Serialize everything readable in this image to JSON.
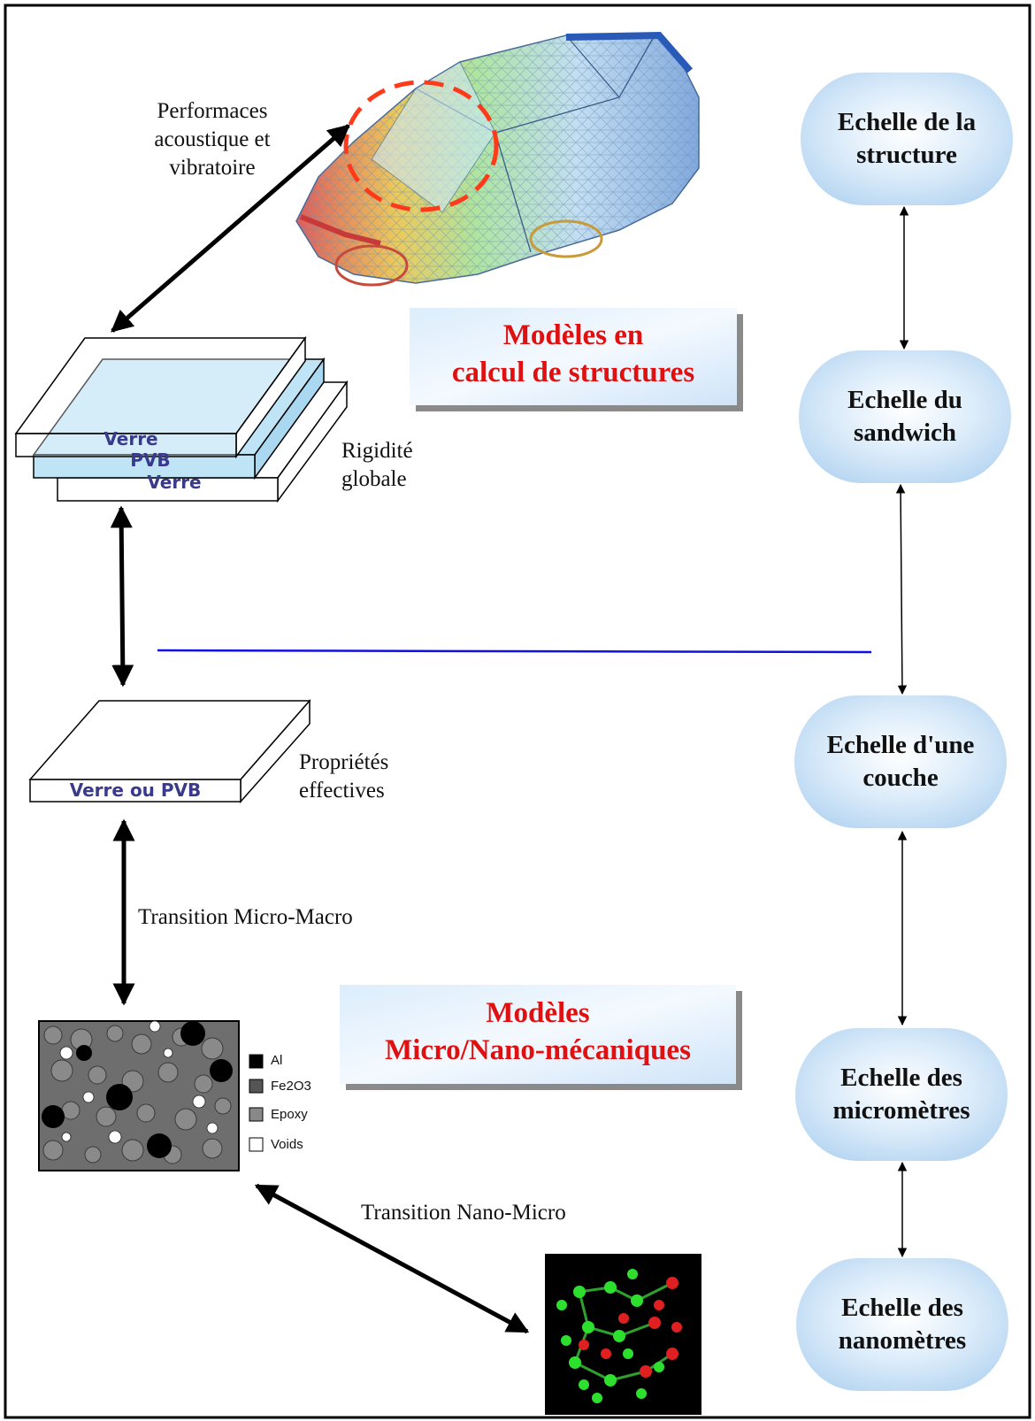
{
  "labels": {
    "perf_line1": "Performaces",
    "perf_line2": "acoustique et",
    "perf_line3": "vibratoire",
    "rigid_line1": "Rigidité",
    "rigid_line2": "globale",
    "prop_line1": "Propriétés",
    "prop_line2": "effectives",
    "micro_macro": "Transition Micro-Macro",
    "nano_micro": "Transition Nano-Micro"
  },
  "layers": {
    "verre_top": "Verre",
    "pvb": "PVB",
    "verre_bottom": "Verre",
    "single": "Verre ou PVB"
  },
  "models": {
    "structure_line1": "Modèles en",
    "structure_line2": "calcul de structures",
    "micro_line1": "Modèles",
    "micro_line2": "Micro/Nano-mécaniques"
  },
  "scales": [
    {
      "line1": "Echelle de la",
      "line2": "structure"
    },
    {
      "line1": "Echelle du",
      "line2": "sandwich"
    },
    {
      "line1": "Echelle d'une",
      "line2": "couche"
    },
    {
      "line1": "Echelle des",
      "line2": "micromètres"
    },
    {
      "line1": "Echelle des",
      "line2": "nanomètres"
    }
  ],
  "legend": {
    "al": "Al",
    "fe2o3": "Fe2O3",
    "epoxy": "Epoxy",
    "voids": "Voids"
  },
  "colors": {
    "model_text": "#e01010",
    "separator_line": "#1010e0",
    "cloud_fill": "#c8e0f6",
    "pvb_fill": "#bfe4f6",
    "layer_text": "#3a3a8c",
    "highlight_dash": "#ff3a1a"
  }
}
